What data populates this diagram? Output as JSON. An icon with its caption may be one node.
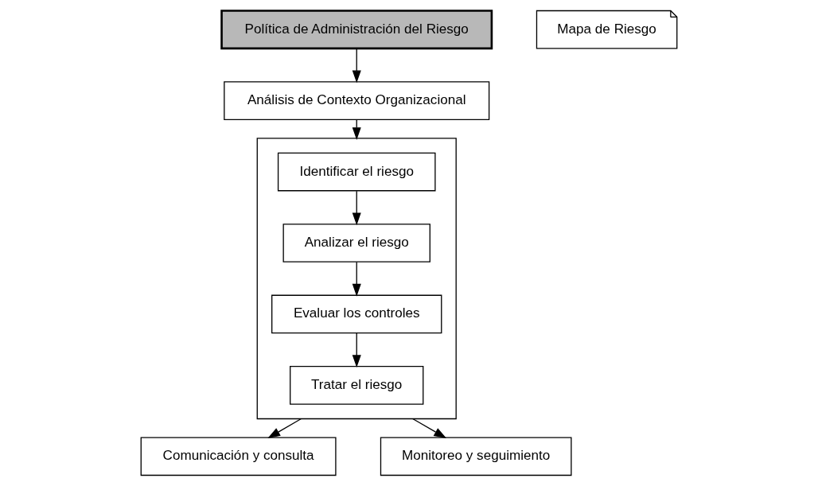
{
  "diagram": {
    "nodes": [
      {
        "text": [
          "Política de Administración del Riesgo"
        ]
      },
      {
        "text": [
          "Análisis de Contexto Organizacional"
        ]
      },
      {
        "text": [],
        "shape": "box"
      },
      {
        "text": [
          "Identificar el riesgo"
        ],
        "in": 2
      },
      {
        "text": [
          "Analizar el riesgo"
        ],
        "in": 2
      },
      {
        "text": [
          "Evaluar los controles"
        ],
        "in": 2
      },
      {
        "text": [
          "Tratar el riesgo"
        ],
        "in": 2
      },
      {
        "text": [
          "Mapa de Riesgo"
        ]
      },
      {
        "text": [
          "Comunicación y consulta"
        ]
      },
      {
        "text": [
          "Monitoreo y seguimiento"
        ]
      }
    ],
    "edges": [
      {
        "from": 0,
        "to": 1,
        "arrow": "to"
      },
      {
        "from": 1,
        "to": 2,
        "arrow": "to"
      },
      {
        "from": 3,
        "to": 4,
        "arrow": "to"
      },
      {
        "from": 4,
        "to": 5,
        "arrow": "to"
      },
      {
        "from": 5,
        "to": 6,
        "arrow": "to"
      },
      {
        "from": 2,
        "to": 8,
        "arrow": "to"
      },
      {
        "from": 2,
        "to": 9,
        "arrow": "to"
      }
    ]
  }
}
